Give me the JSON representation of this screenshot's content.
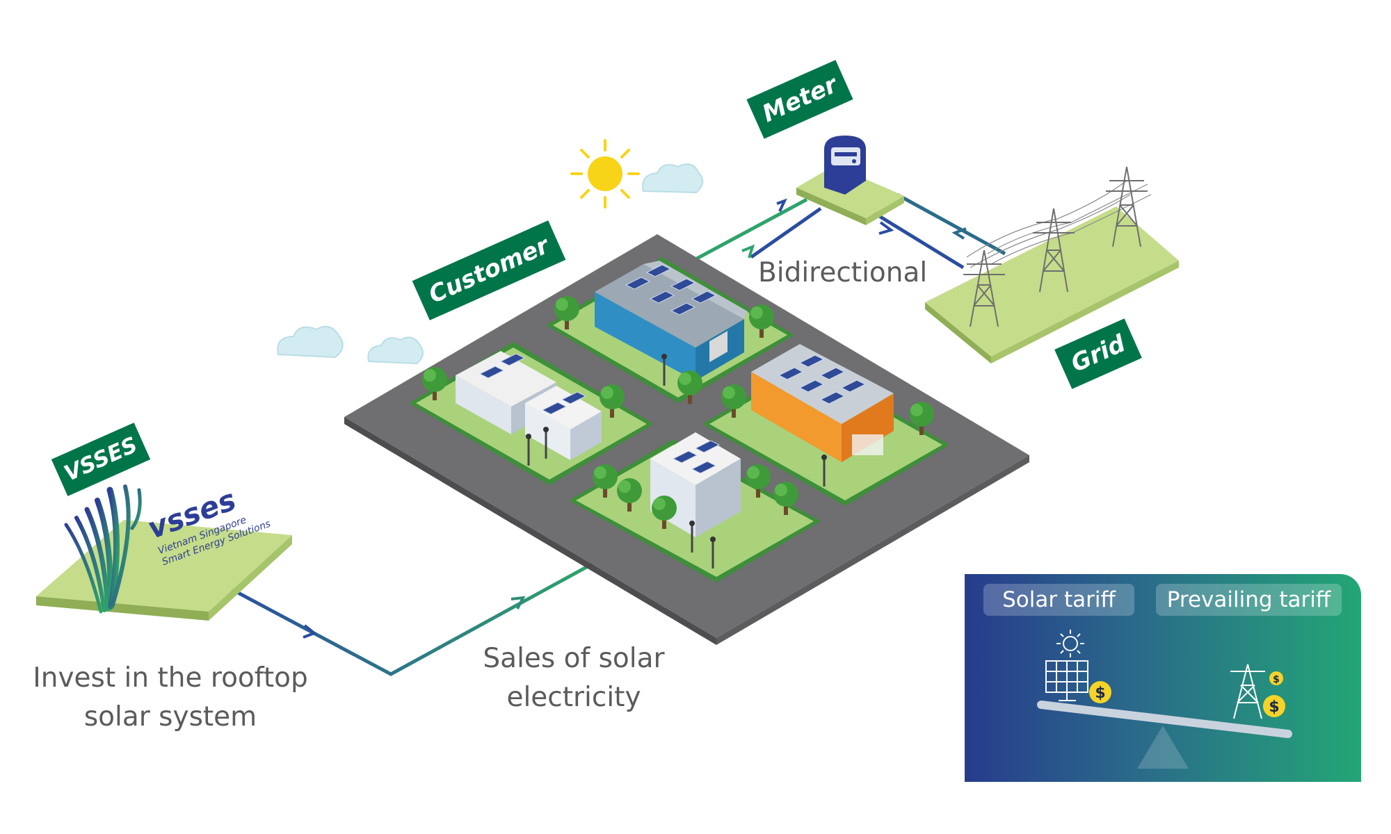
{
  "labels": {
    "meter": "Meter",
    "customer": "Customer",
    "grid": "Grid",
    "vsses": "VSSES"
  },
  "captions": {
    "bidirectional": "Bidirectional",
    "sales_line1": "Sales of solar",
    "sales_line2": "electricity",
    "invest_line1": "Invest in the rooftop",
    "invest_line2": "solar system"
  },
  "logo": {
    "wordmark": "vsses",
    "line1": "Vietnam Singapore",
    "line2": "Smart Energy Solutions"
  },
  "tariff": {
    "solar_label": "Solar tariff",
    "prevailing_label": "Prevailing tariff",
    "currency_symbol": "$"
  },
  "colors": {
    "tag_green": "#00754a",
    "platform_green": "#c5dc8a",
    "flow_blue": "#2a4da0",
    "flow_green": "#2fa36b",
    "road_gray": "#6f6e70"
  },
  "icons": [
    "sun-icon",
    "cloud-icon",
    "meter-icon",
    "pylon-icon",
    "solar-panel-icon",
    "dollar-coin-icon",
    "balance-scale-icon",
    "arrow-icon"
  ]
}
